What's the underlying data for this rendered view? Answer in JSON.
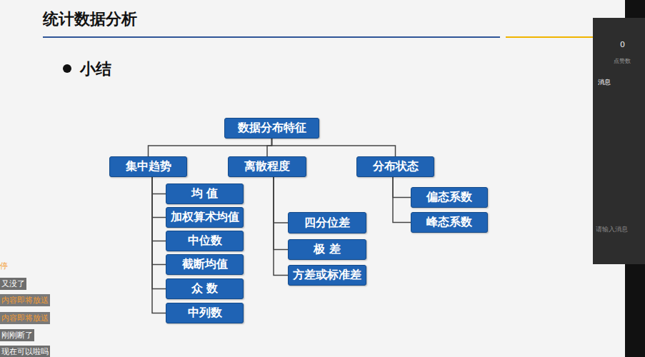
{
  "diagram": {
    "title": "统计数据分析",
    "nodes": [
      {
        "text": [
          "数据分布特征"
        ]
      },
      {
        "text": [
          "集中趋势"
        ]
      },
      {
        "text": [
          "离散程度"
        ]
      },
      {
        "text": [
          "分布状态"
        ]
      },
      {
        "text": [
          "均 值"
        ]
      },
      {
        "text": [
          "加权算术均值"
        ]
      },
      {
        "text": [
          "中位数"
        ]
      },
      {
        "text": [
          "截断均值"
        ]
      },
      {
        "text": [
          "众 数"
        ]
      },
      {
        "text": [
          "中列数"
        ]
      },
      {
        "text": [
          "四分位差"
        ]
      },
      {
        "text": [
          "极 差"
        ]
      },
      {
        "text": [
          "方差或标准差"
        ]
      },
      {
        "text": [
          "偏态系数"
        ]
      },
      {
        "text": [
          "峰态系数"
        ]
      }
    ],
    "edges": [
      {
        "from": 0,
        "to": 1,
        "arrow": "none"
      },
      {
        "from": 0,
        "to": 2,
        "arrow": "none"
      },
      {
        "from": 0,
        "to": 3,
        "arrow": "none"
      },
      {
        "from": 1,
        "to": 4,
        "arrow": "none"
      },
      {
        "from": 1,
        "to": 5,
        "arrow": "none"
      },
      {
        "from": 1,
        "to": 6,
        "arrow": "none"
      },
      {
        "from": 1,
        "to": 7,
        "arrow": "none"
      },
      {
        "from": 1,
        "to": 8,
        "arrow": "none"
      },
      {
        "from": 1,
        "to": 9,
        "arrow": "none"
      },
      {
        "from": 2,
        "to": 10,
        "arrow": "none"
      },
      {
        "from": 2,
        "to": 11,
        "arrow": "none"
      },
      {
        "from": 2,
        "to": 12,
        "arrow": "none"
      },
      {
        "from": 3,
        "to": 13,
        "arrow": "none"
      },
      {
        "from": 3,
        "to": 14,
        "arrow": "none"
      }
    ],
    "labels": [
      "小结",
      "0",
      "点赞数",
      "消息",
      "请输入消息",
      "停",
      "又没了",
      "内容即将放送",
      "内容即将放送",
      "刚刚断了",
      "现在可以啦吗"
    ]
  }
}
